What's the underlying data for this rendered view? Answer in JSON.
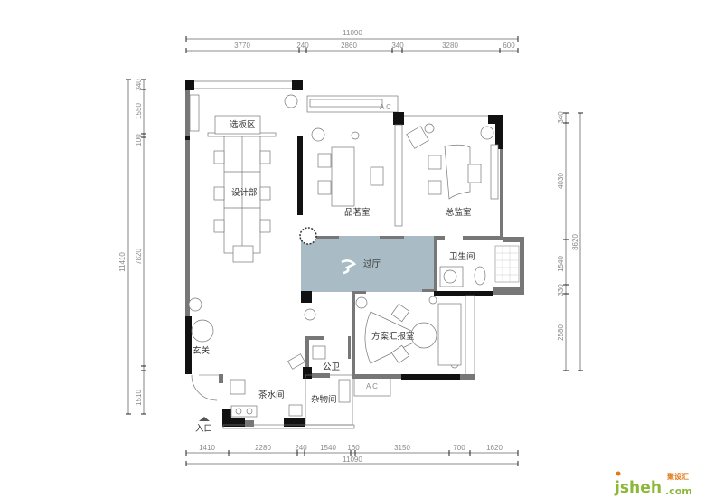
{
  "dimensions": {
    "top_total": "11090",
    "top": [
      "3770",
      "240",
      "2860",
      "340",
      "3280",
      "600"
    ],
    "bottom": [
      "1410",
      "2280",
      "240",
      "1540",
      "160",
      "3150",
      "700",
      "1620"
    ],
    "bottom_total": "11090",
    "left_total": "11410",
    "left": [
      "340",
      "1550",
      "100",
      "7820",
      "1510"
    ],
    "right": [
      "340",
      "4030",
      "1540",
      "330",
      "2580"
    ],
    "right_total": "8620"
  },
  "rooms": {
    "xuanbanqu": "选板区",
    "shejibu": "设计部",
    "pinmingshi": "品茗室",
    "zongjianshi": "总监室",
    "guoting": "过厅",
    "weishengjian": "卫生间",
    "fanganhuibaoshi": "方案汇报室",
    "xuanguan": "玄关",
    "gongwei": "公卫",
    "chashuijian": "茶水间",
    "zawujian": "杂物间",
    "rukou": "入口"
  },
  "markers": {
    "ac1": "A C",
    "ac2": "A C"
  },
  "logo": {
    "main": "jsheh",
    "cn": "聚设汇",
    "suffix": ".com"
  },
  "colors": {
    "hall": "#a9bcc6",
    "wall": "#111111",
    "logo_green": "#8cb83a",
    "logo_orange": "#e07a1a"
  }
}
